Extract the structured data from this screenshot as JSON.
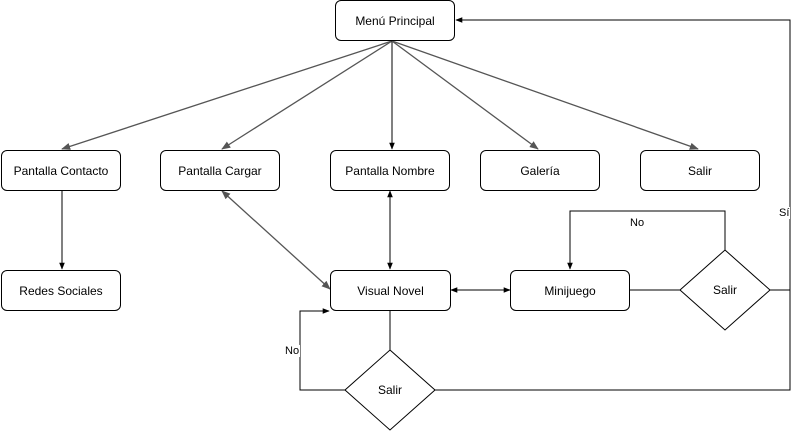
{
  "nodes": {
    "menu_principal": "Menú Principal",
    "pantalla_contacto": "Pantalla Contacto",
    "pantalla_cargar": "Pantalla Cargar",
    "pantalla_nombre": "Pantalla Nombre",
    "galeria": "Galería",
    "salir": "Salir",
    "redes_sociales": "Redes Sociales",
    "visual_novel": "Visual Novel",
    "minijuego": "Minijuego"
  },
  "decisions": {
    "salir_minijuego": "Salir",
    "salir_visual_novel": "Salir"
  },
  "edge_labels": {
    "no_minijuego": "No",
    "si_minijuego": "Sí",
    "no_visual_novel": "No"
  }
}
